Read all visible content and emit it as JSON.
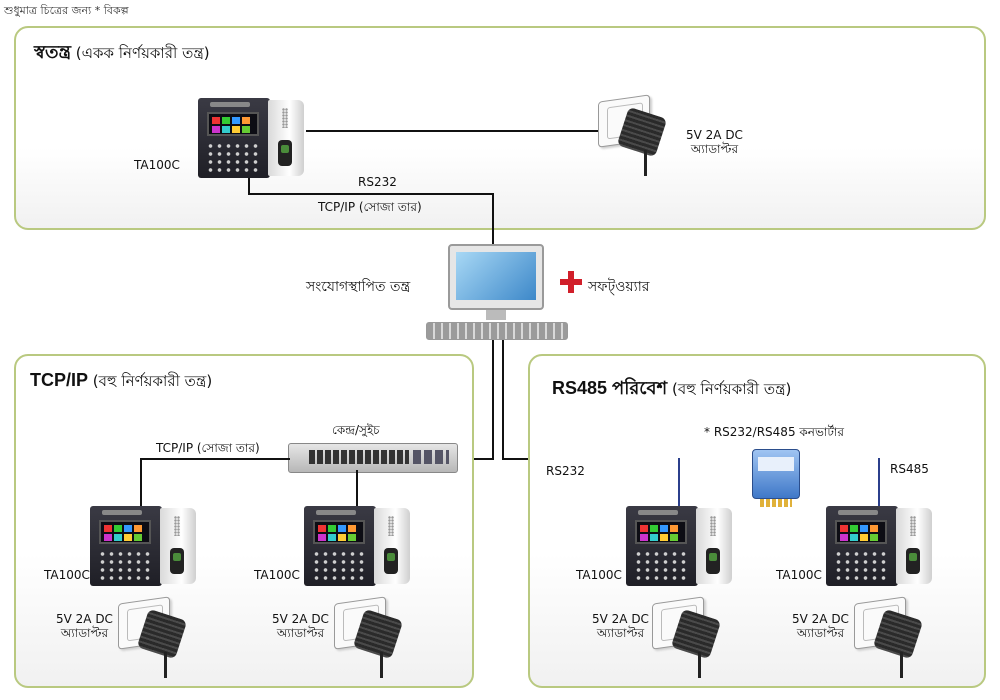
{
  "note": "শুধুমাত্র চিত্রের জন্য * বিকল্প",
  "standalone": {
    "title_bold": "স্বতন্ত্র",
    "title_rest": "(একক নির্ণয়কারী তন্ত্র)",
    "device_label": "TA100C",
    "adapter_line1": "5V 2A DC",
    "adapter_line2": "অ্যাডাপ্টর",
    "rs232": "RS232",
    "tcpip": "TCP/IP (সোজা তার)"
  },
  "center": {
    "connected_label": "সংযোগস্থাপিত তন্ত্র",
    "software_label": "সফট্ওয়্যার"
  },
  "tcpip_panel": {
    "title_bold": "TCP/IP",
    "title_rest": "(বহু নির্ণয়কারী তন্ত্র)",
    "hub_label": "কেন্দ্র/সুইচ",
    "cable_label": "TCP/IP (সোজা তার)",
    "device_label": "TA100C",
    "adapter_line1": "5V 2A DC",
    "adapter_line2": "অ্যাডাপ্টর"
  },
  "rs485_panel": {
    "title_bold": "RS485 পরিবেশ",
    "title_rest": "(বহু নির্ণয়কারী তন্ত্র)",
    "converter_label": "* RS232/RS485 কনভার্টার",
    "rs232": "RS232",
    "rs485": "RS485",
    "device_label": "TA100C",
    "adapter_line1": "5V 2A DC",
    "adapter_line2": "অ্যাডাপ্টর"
  }
}
